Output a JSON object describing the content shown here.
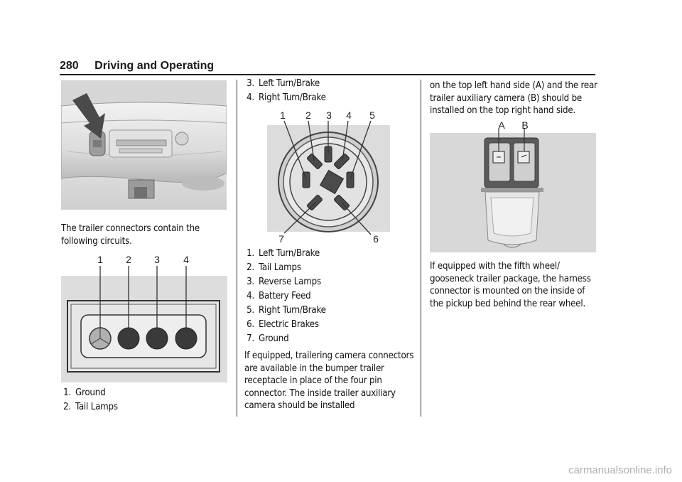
{
  "header": {
    "page_number": "280",
    "section": "Driving and Operating"
  },
  "col1": {
    "intro": "The trailer connectors contain the following circuits.",
    "four_pin_labels": [
      "1",
      "2",
      "3",
      "4"
    ],
    "list": [
      {
        "num": "1.",
        "text": "Ground"
      },
      {
        "num": "2.",
        "text": "Tail Lamps"
      }
    ]
  },
  "col2": {
    "list_top": [
      {
        "num": "3.",
        "text": "Left Turn/Brake"
      },
      {
        "num": "4.",
        "text": "Right Turn/Brake"
      }
    ],
    "seven_pin_labels": [
      "1",
      "2",
      "3",
      "4",
      "5",
      "7",
      "6"
    ],
    "list": [
      {
        "num": "1.",
        "text": "Left Turn/Brake"
      },
      {
        "num": "2.",
        "text": "Tail Lamps"
      },
      {
        "num": "3.",
        "text": "Reverse Lamps"
      },
      {
        "num": "4.",
        "text": "Battery Feed"
      },
      {
        "num": "5.",
        "text": "Right Turn/Brake"
      },
      {
        "num": "6.",
        "text": "Electric Brakes"
      },
      {
        "num": "7.",
        "text": "Ground"
      }
    ],
    "para": "If equipped, trailering camera connectors are available in the bumper trailer receptacle in place of the four pin connector. The inside trailer auxiliary camera should be installed"
  },
  "col3": {
    "para1": "on the top left hand side (A) and the rear trailer auxiliary camera (B) should be installed on the top right hand side.",
    "camera_labels": [
      "A",
      "B"
    ],
    "para2": "If equipped with the fifth wheel/ gooseneck trailer package, the harness connector is mounted on the inside of the pickup bed behind the rear wheel."
  },
  "watermark": "carmanualsonline.info"
}
